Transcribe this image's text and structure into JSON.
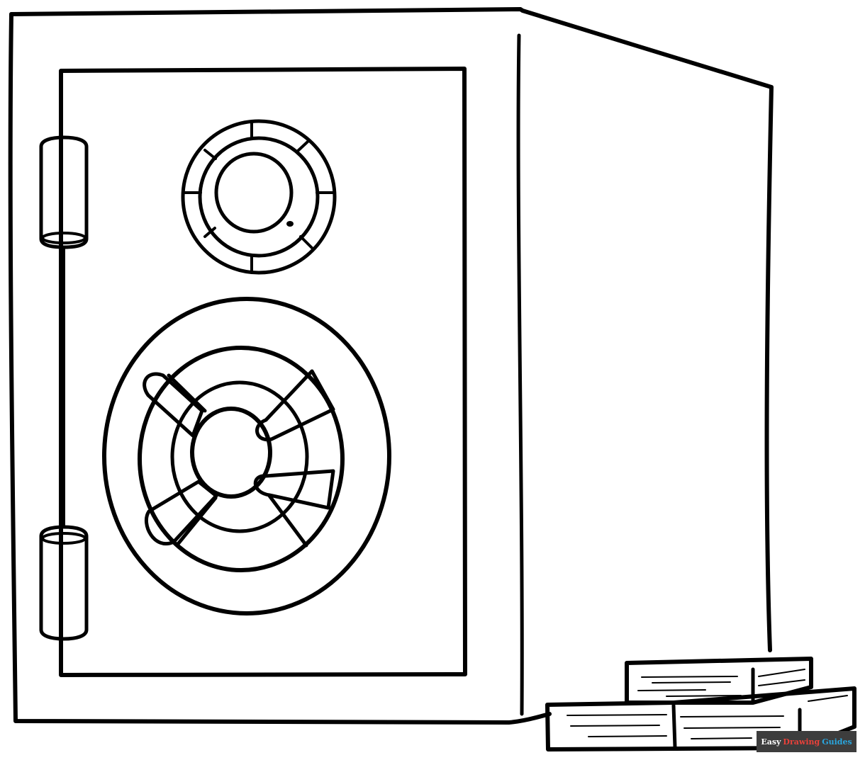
{
  "image": {
    "subject": "safe with combination dial, handle wheel, and stacked bars",
    "style": "black line art on white"
  },
  "watermark": {
    "word1": "Easy",
    "word2": "Drawing",
    "word3": "Guides",
    "colors": {
      "background": "#3d3d3d",
      "word1": "#ffffff",
      "word2": "#e8413a",
      "word3": "#2aa6de"
    }
  }
}
